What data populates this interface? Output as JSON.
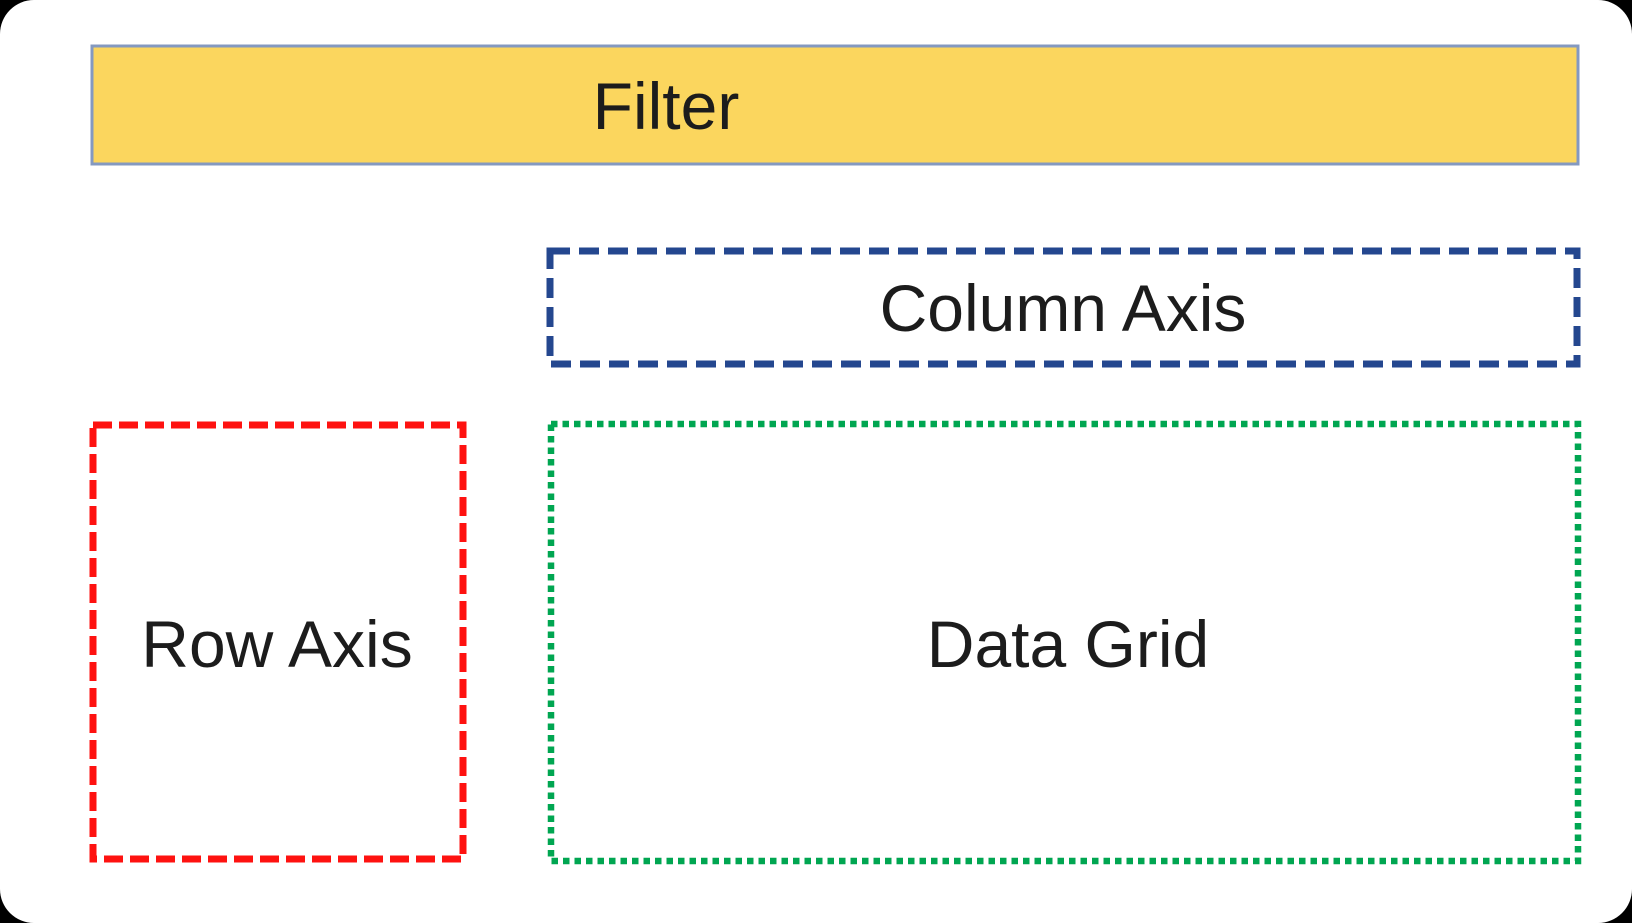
{
  "diagram": {
    "boxes": {
      "filter": {
        "label": "Filter",
        "fill_color": "#FBD65E",
        "border_color": "#8499C0"
      },
      "column_axis": {
        "label": "Column Axis",
        "border_color": "#24478F"
      },
      "row_axis": {
        "label": "Row Axis",
        "border_color": "#FE1210"
      },
      "data_grid": {
        "label": "Data Grid",
        "border_color": "#00A651"
      }
    }
  }
}
